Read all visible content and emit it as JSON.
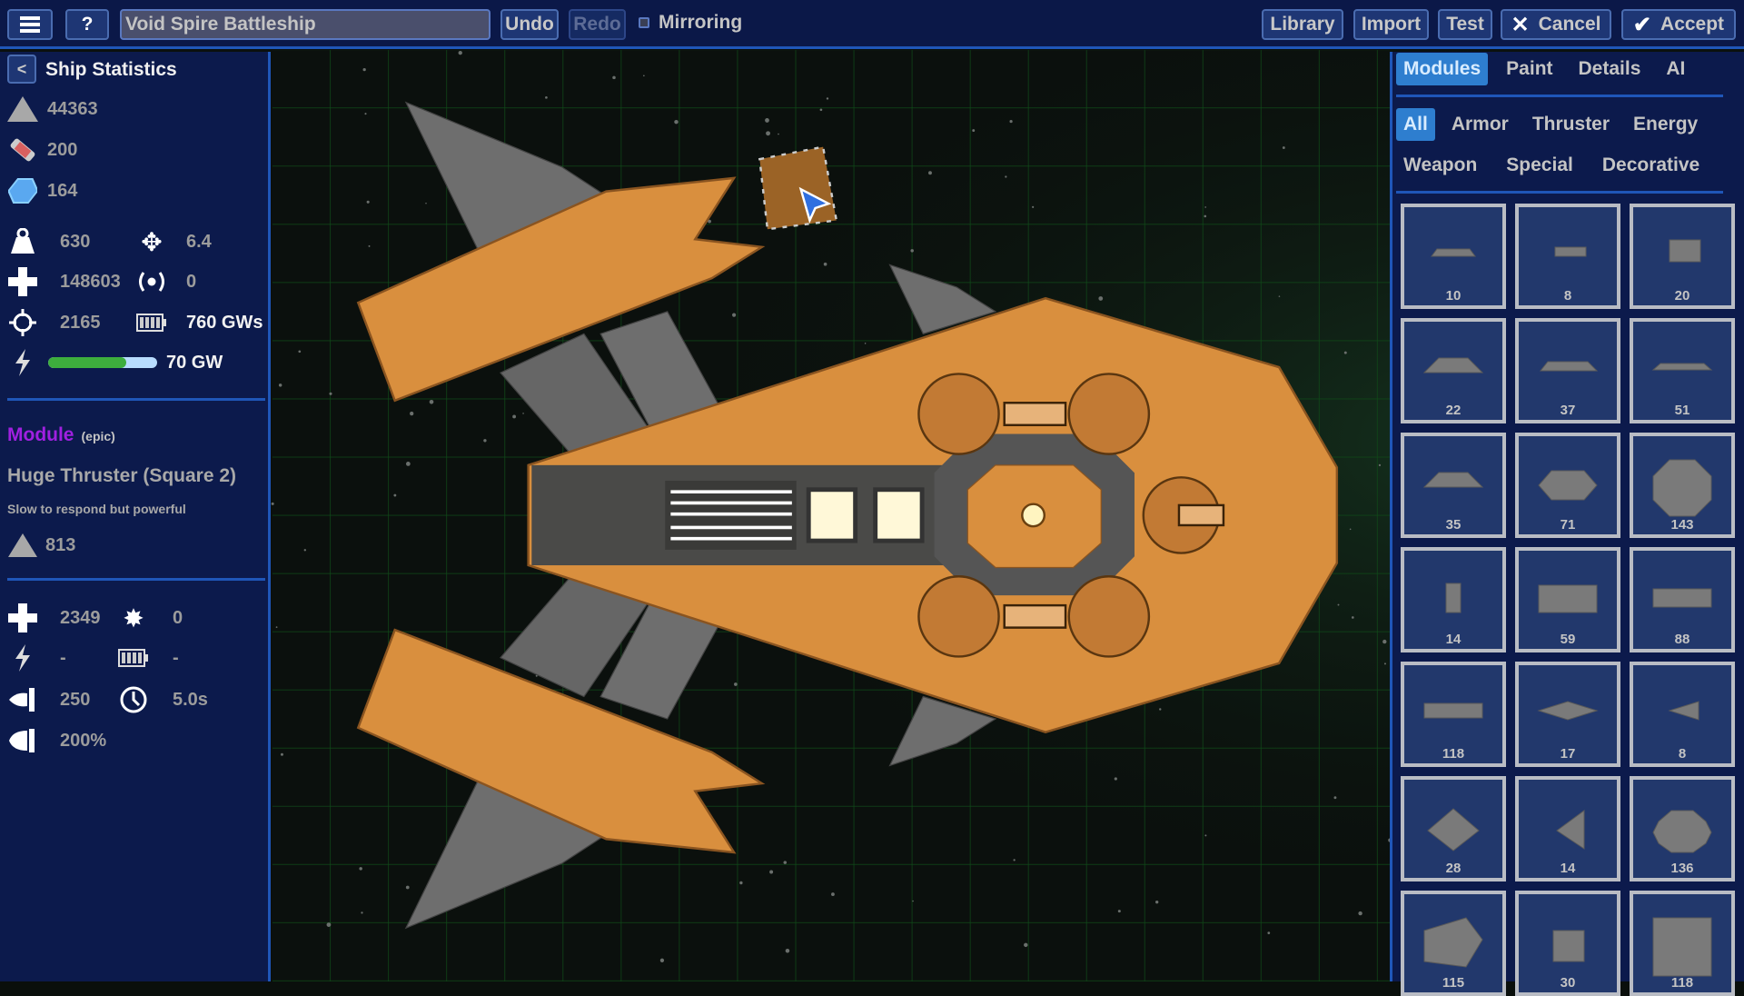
{
  "toolbar": {
    "menu_icon": "hamburger-menu-icon",
    "help_label": "?",
    "ship_name": "Void Spire Battleship",
    "undo_label": "Undo",
    "redo_label": "Redo",
    "mirroring_label": "Mirroring",
    "mirroring_checked": false,
    "library_label": "Library",
    "import_label": "Import",
    "test_label": "Test",
    "cancel_label": "Cancel",
    "accept_label": "Accept"
  },
  "stats": {
    "back_label": "<",
    "title": "Ship Statistics",
    "cost": "44363",
    "cargo": "200",
    "crystals": "164",
    "mass": "630",
    "thrust": "6.4",
    "health": "148603",
    "sensor": "0",
    "targeting": "2165",
    "battery": "760 GWs",
    "power": "70 GW",
    "power_fill": 0.72,
    "power_color": "#3dae3d"
  },
  "module": {
    "heading": "Module",
    "rarity": "(epic)",
    "rarity_color": "#a020e0",
    "name": "Huge Thruster (Square 2)",
    "description": "Slow to respond but powerful",
    "cost": "813",
    "health": "2349",
    "explosion": "0",
    "power": "-",
    "battery": "-",
    "thrust": "250",
    "time": "5.0s",
    "shield": "200%"
  },
  "tabs": [
    {
      "label": "Modules",
      "active": true
    },
    {
      "label": "Paint",
      "active": false
    },
    {
      "label": "Details",
      "active": false
    },
    {
      "label": "AI",
      "active": false
    }
  ],
  "categories": [
    {
      "label": "All",
      "active": true
    },
    {
      "label": "Armor",
      "active": false
    },
    {
      "label": "Thruster",
      "active": false
    },
    {
      "label": "Energy",
      "active": false
    },
    {
      "label": "Weapon",
      "active": false
    },
    {
      "label": "Special",
      "active": false
    },
    {
      "label": "Decorative",
      "active": false
    }
  ],
  "modules": [
    {
      "cost": "10",
      "shape": "trapezoid-thin"
    },
    {
      "cost": "8",
      "shape": "bar-small"
    },
    {
      "cost": "20",
      "shape": "rect-small"
    },
    {
      "cost": "22",
      "shape": "trapezoid-wide"
    },
    {
      "cost": "37",
      "shape": "trapezoid-flat"
    },
    {
      "cost": "51",
      "shape": "trapezoid-long"
    },
    {
      "cost": "35",
      "shape": "trapezoid-wide"
    },
    {
      "cost": "71",
      "shape": "hexagon"
    },
    {
      "cost": "143",
      "shape": "octagon"
    },
    {
      "cost": "14",
      "shape": "bar-vertical"
    },
    {
      "cost": "59",
      "shape": "rect-medium"
    },
    {
      "cost": "88",
      "shape": "rect-long"
    },
    {
      "cost": "118",
      "shape": "rect-bar"
    },
    {
      "cost": "17",
      "shape": "rhombus-flat"
    },
    {
      "cost": "8",
      "shape": "triangle-small"
    },
    {
      "cost": "28",
      "shape": "diamond"
    },
    {
      "cost": "14",
      "shape": "triangle"
    },
    {
      "cost": "136",
      "shape": "nonagon"
    },
    {
      "cost": "115",
      "shape": "pentagon"
    },
    {
      "cost": "30",
      "shape": "square"
    },
    {
      "cost": "118",
      "shape": "square-large"
    }
  ],
  "colors": {
    "ship_hull": "#d98f3e",
    "ship_gray": "#6e6e6e",
    "accent": "#2e7ecf",
    "cursor": "#2f6fe0"
  }
}
